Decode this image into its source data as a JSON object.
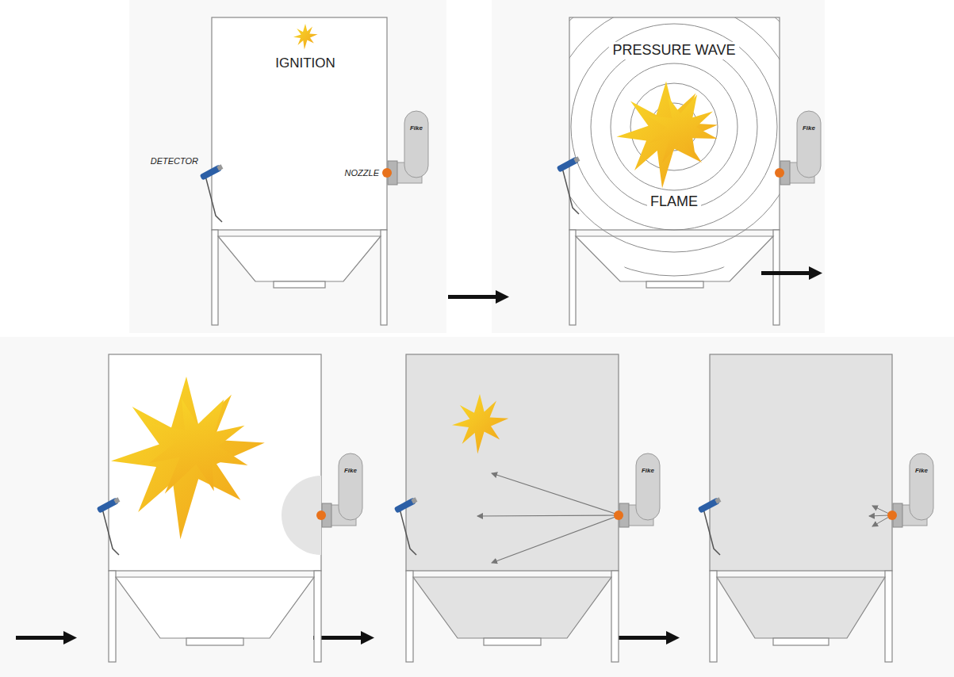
{
  "diagram": {
    "labels": [
      "IGNITION",
      "DETECTOR",
      "NOZZLE",
      "Fike",
      "PRESSURE WAVE",
      "FLAME",
      "Fike",
      "Fike",
      "Fike",
      "Fike"
    ]
  }
}
